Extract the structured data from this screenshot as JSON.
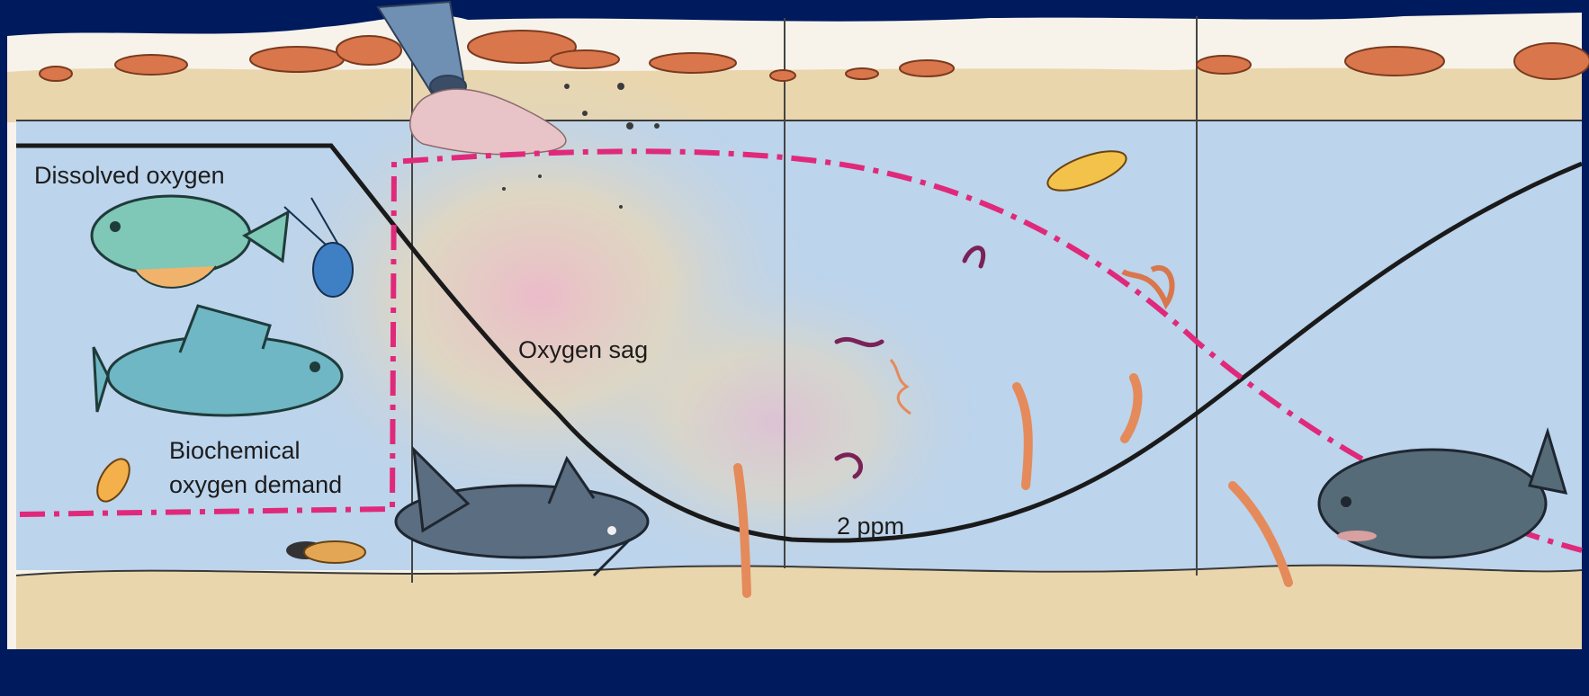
{
  "diagram": {
    "labels": {
      "dissolved_oxygen": "Dissolved oxygen",
      "oxygen_sag": "Oxygen sag",
      "bod_line1": "Biochemical",
      "bod_line2": "oxygen demand",
      "min_do": "2 ppm"
    },
    "curves": {
      "dissolved_oxygen": {
        "color": "#1a1a1a",
        "style": "solid"
      },
      "biochemical_oxygen_demand": {
        "color": "#e0297a",
        "style": "dash-dot"
      }
    },
    "colors": {
      "frame": "#001a5e",
      "water": "#bcd4ec",
      "bank": "#ead6ad",
      "rock": "#d9764b",
      "pipe": "#6f8fb3"
    },
    "zones_icons": [
      "fish-icon",
      "crayfish-icon",
      "perch-icon",
      "mayfly-larva-icon",
      "catfish-icon",
      "worm-icon",
      "sludge-worm-icon",
      "carp-icon"
    ]
  }
}
